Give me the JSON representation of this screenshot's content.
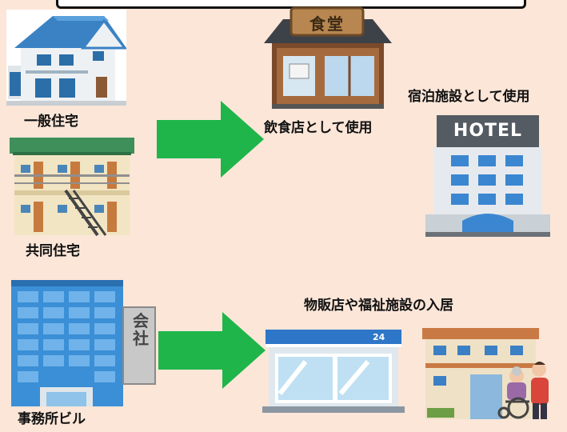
{
  "labels": {
    "house": "一般住宅",
    "apartment": "共同住宅",
    "office": "事務所ビル",
    "restaurant_use": "飲食店として使用",
    "hotel_use": "宿泊施設として使用",
    "retail_welfare": "物販店や福祉施設の入居"
  },
  "signs": {
    "restaurant": "食堂",
    "hotel": "HOTEL",
    "company_1": "会",
    "company_2": "社",
    "store_number": "24"
  },
  "colors": {
    "background": "#fbe6d8",
    "arrow": "#1fb54b"
  }
}
